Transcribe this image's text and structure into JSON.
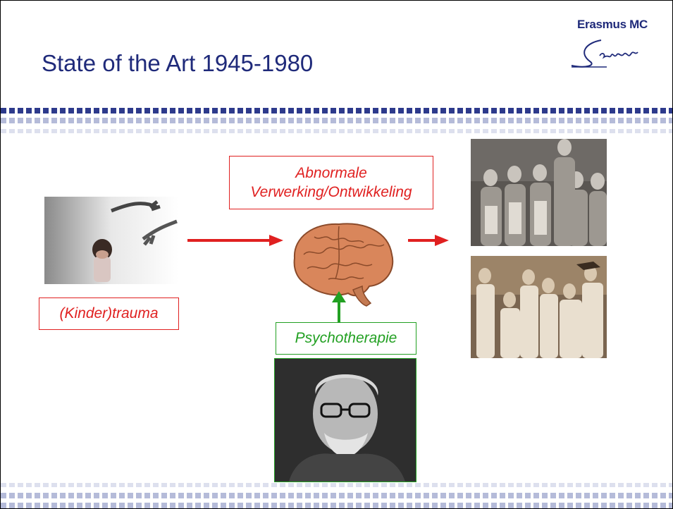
{
  "slide": {
    "title": "State of the Art 1945-1980"
  },
  "logo": {
    "name": "Erasmus MC",
    "script": "Ezafus"
  },
  "nodes": {
    "trauma": "(Kinder)trauma",
    "processing_line1": "Abnormale",
    "processing_line2": "Verwerking/Ontwikkeling",
    "therapy": "Psychotherapie"
  },
  "colors": {
    "title": "#1f2a7a",
    "red": "#e02020",
    "green": "#22a022",
    "dots_dark": "#2d3a8c",
    "dots_light": "#b5bbd9"
  },
  "icons": {
    "child_photo": "child-trauma-photo",
    "brain": "brain-icon",
    "freud_photo": "freud-portrait-photo",
    "women_photo": "patients-women-photo",
    "men_photo": "patients-men-photo"
  }
}
